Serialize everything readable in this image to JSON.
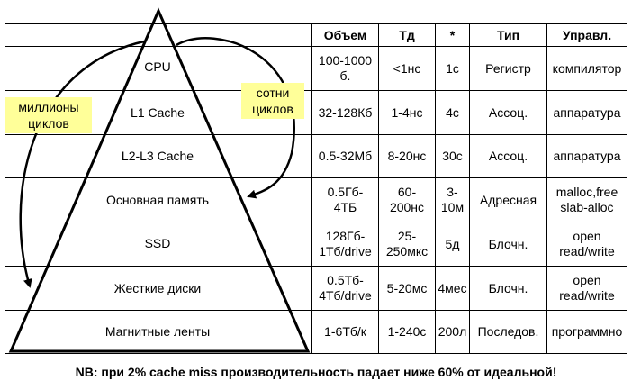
{
  "table": {
    "headers": [
      "Объем",
      "Тд",
      "*",
      "Тип",
      "Управл."
    ],
    "rows": [
      {
        "level": "CPU",
        "size": "100-1000\nб.",
        "td": "<1нс",
        "star": "1с",
        "type": "Регистр",
        "control": "компилятор"
      },
      {
        "level": "L1 Cache",
        "size": "32-128Кб",
        "td": "1-4нс",
        "star": "4с",
        "type": "Ассоц.",
        "control": "аппаратура"
      },
      {
        "level": "L2-L3 Cache",
        "size": "0.5-32Мб",
        "td": "8-20нс",
        "star": "30с",
        "type": "Ассоц.",
        "control": "аппаратура"
      },
      {
        "level": "Основная память",
        "size": "0.5Гб-\n4ТБ",
        "td": "60-\n200нс",
        "star": "3-\n10м",
        "type": "Адресная",
        "control": "malloc,free\nslab-alloc"
      },
      {
        "level": "SSD",
        "size": "128Гб-\n1Тб/drive",
        "td": "25-\n250мкс",
        "star": "5д",
        "type": "Блочн.",
        "control": "open\nread/write"
      },
      {
        "level": "Жесткие диски",
        "size": "0.5Тб-\n4Тб/drive",
        "td": "5-20мс",
        "star": "4мес",
        "type": "Блочн.",
        "control": "open\nread/write"
      },
      {
        "level": "Магнитные ленты",
        "size": "1-6Тб/к",
        "td": "1-240с",
        "star": "200л",
        "type": "Последов.",
        "control": "программно"
      }
    ]
  },
  "notes": {
    "left": "миллионы\nциклов",
    "right": "сотни\nциклов"
  },
  "footer": "NB: при 2% cache miss производительность падает ниже 60% от идеальной!",
  "colors": {
    "note_bg": "#ffff99",
    "line": "#000000"
  }
}
